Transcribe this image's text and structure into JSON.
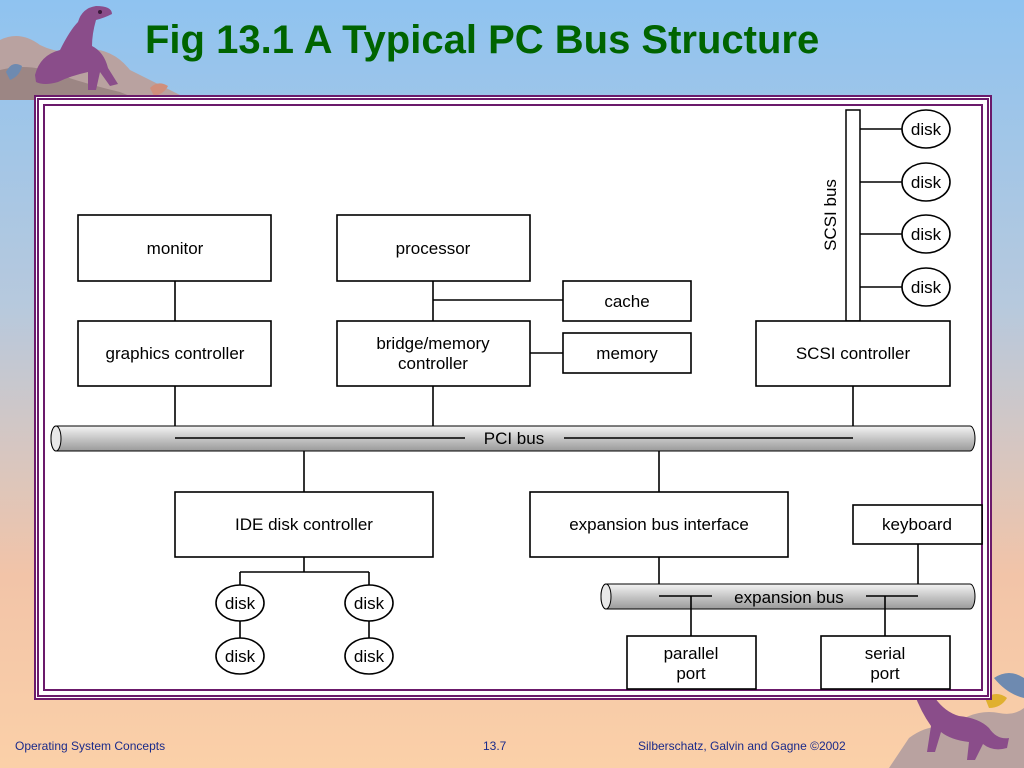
{
  "slide": {
    "title": "Fig 13.1 A Typical PC Bus Structure",
    "footer_left": "Operating System Concepts",
    "footer_center": "13.7",
    "footer_right": "Silberschatz, Galvin and  Gagne ©2002"
  },
  "diagram": {
    "components": {
      "monitor": "monitor",
      "processor": "processor",
      "cache": "cache",
      "graphics_controller": "graphics controller",
      "bridge_memory_controller_line1": "bridge/memory",
      "bridge_memory_controller_line2": "controller",
      "memory": "memory",
      "scsi_controller": "SCSI controller",
      "ide_disk_controller": "IDE disk controller",
      "expansion_bus_interface": "expansion bus interface",
      "keyboard": "keyboard",
      "parallel_port_line1": "parallel",
      "parallel_port_line2": "port",
      "serial_port_line1": "serial",
      "serial_port_line2": "port"
    },
    "buses": {
      "pci_bus": "PCI bus",
      "scsi_bus": "SCSI bus",
      "expansion_bus": "expansion bus"
    },
    "scsi_disks": [
      "disk",
      "disk",
      "disk",
      "disk"
    ],
    "ide_disks": [
      "disk",
      "disk",
      "disk",
      "disk"
    ]
  },
  "colors": {
    "title": "#006400",
    "frame": "#6b1a6b",
    "footer_text": "#1a2a8a"
  }
}
